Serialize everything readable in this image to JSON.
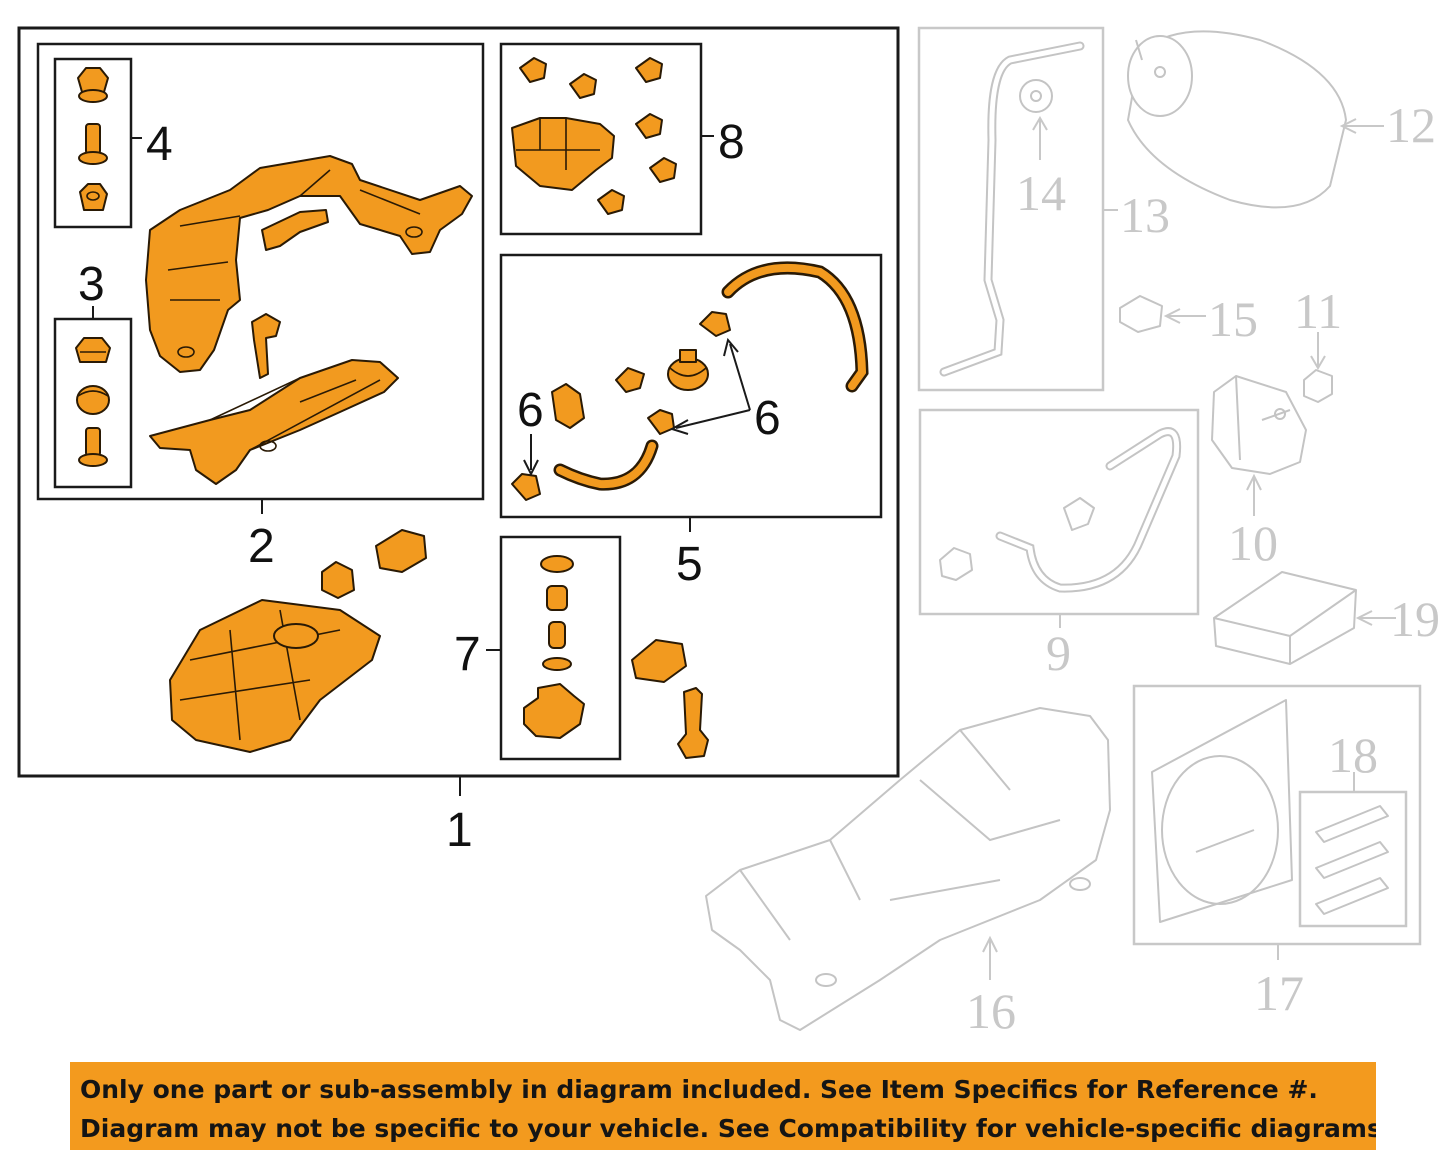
{
  "callouts": {
    "c1": "1",
    "c2": "2",
    "c3": "3",
    "c4": "4",
    "c5": "5",
    "c6a": "6",
    "c6b": "6",
    "c7": "7",
    "c8": "8",
    "c9": "9",
    "c10": "10",
    "c11": "11",
    "c12": "12",
    "c13": "13",
    "c14": "14",
    "c15": "15",
    "c16": "16",
    "c17": "17",
    "c18": "18",
    "c19": "19"
  },
  "notice": {
    "line1": "Only one part or sub-assembly in diagram included. See Item Specifics for Reference #.",
    "line2": "Diagram may not be specific to your vehicle. See Compatibility for vehicle-specific diagrams."
  },
  "colors": {
    "highlight": "#f29a1f",
    "banner": "#f39a1e",
    "unselected": "#c8c8c8",
    "outline": "#1a1a1a"
  }
}
